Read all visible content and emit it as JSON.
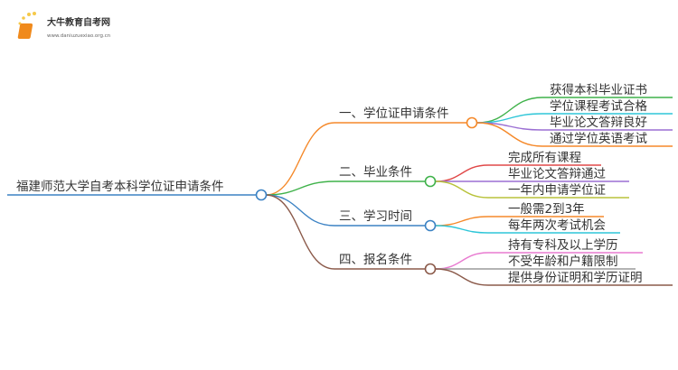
{
  "logo": {
    "name": "大牛教育自考网",
    "url": "www.daniuzuexiao.org.cn"
  },
  "root": {
    "label": "福建师范大学自考本科学位证申请条件",
    "color": "#3b82c4"
  },
  "branches": [
    {
      "label": "一、学位证申请条件",
      "color": "#f5892a",
      "children": [
        {
          "label": "获得本科毕业证书",
          "color": "#3fb24a"
        },
        {
          "label": "学位课程考试合格",
          "color": "#2fc6d8"
        },
        {
          "label": "毕业论文答辩良好",
          "color": "#9b6fd3"
        },
        {
          "label": "通过学位英语考试",
          "color": "#f5892a"
        }
      ]
    },
    {
      "label": "二、毕业条件",
      "color": "#3fb24a",
      "children": [
        {
          "label": "完成所有课程",
          "color": "#e04848"
        },
        {
          "label": "毕业论文答辩通过",
          "color": "#9b6fd3"
        },
        {
          "label": "一年内申请学位证",
          "color": "#b8c23a"
        }
      ]
    },
    {
      "label": "三、学习时间",
      "color": "#3b82c4",
      "children": [
        {
          "label": "一般需2到3年",
          "color": "#f5892a"
        },
        {
          "label": "每年两次考试机会",
          "color": "#2fc6d8"
        }
      ]
    },
    {
      "label": "四、报名条件",
      "color": "#8b5a4a",
      "children": [
        {
          "label": "持有专科及以上学历",
          "color": "#e87ad0"
        },
        {
          "label": "不受年龄和户籍限制",
          "color": "#9a9a9a"
        },
        {
          "label": "提供身份证明和学历证明",
          "color": "#8b5a4a"
        }
      ]
    }
  ]
}
